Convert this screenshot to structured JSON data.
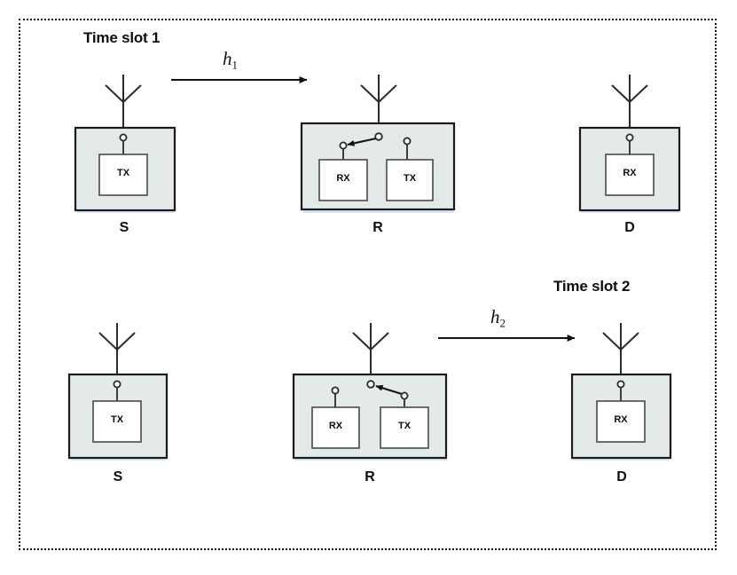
{
  "figure": {
    "type": "diagram",
    "subject": "two-time-slot half-duplex relay channel",
    "background_color": "#ffffff",
    "frame_border_color": "#111111",
    "box_fill_color": "#e4eaea",
    "box_border_color": "#1a1a1a",
    "inner_box_fill_color": "#ffffff",
    "shadow_color": "#cfe0f5"
  },
  "slots": [
    {
      "id": "slot1",
      "title": "Time slot 1",
      "channel_label": "h",
      "channel_sub": "1",
      "nodes": [
        {
          "id": "s1",
          "label": "S",
          "blocks": [
            "TX"
          ]
        },
        {
          "id": "r1",
          "label": "R",
          "blocks": [
            "RX",
            "TX"
          ],
          "switch_to": "RX"
        },
        {
          "id": "d1",
          "label": "D",
          "blocks": [
            "RX"
          ]
        }
      ],
      "link": {
        "from": "S",
        "to": "R"
      }
    },
    {
      "id": "slot2",
      "title": "Time slot 2",
      "channel_label": "h",
      "channel_sub": "2",
      "nodes": [
        {
          "id": "s2",
          "label": "S",
          "blocks": [
            "TX"
          ]
        },
        {
          "id": "r2",
          "label": "R",
          "blocks": [
            "RX",
            "TX"
          ],
          "switch_to": "TX"
        },
        {
          "id": "d2",
          "label": "D",
          "blocks": [
            "RX"
          ]
        }
      ],
      "link": {
        "from": "R",
        "to": "D"
      }
    }
  ],
  "labels": {
    "slot1_title": "Time slot 1",
    "slot2_title": "Time slot 2",
    "h1_base": "h",
    "h1_sub": "1",
    "h2_base": "h",
    "h2_sub": "2",
    "s_row1": "S",
    "r_row1": "R",
    "d_row1": "D",
    "s_row2": "S",
    "r_row2": "R",
    "d_row2": "D",
    "tx_s1": "TX",
    "rx_r1": "RX",
    "tx_r1": "TX",
    "rx_d1": "RX",
    "tx_s2": "TX",
    "rx_r2": "RX",
    "tx_r2": "TX",
    "rx_d2": "RX"
  }
}
